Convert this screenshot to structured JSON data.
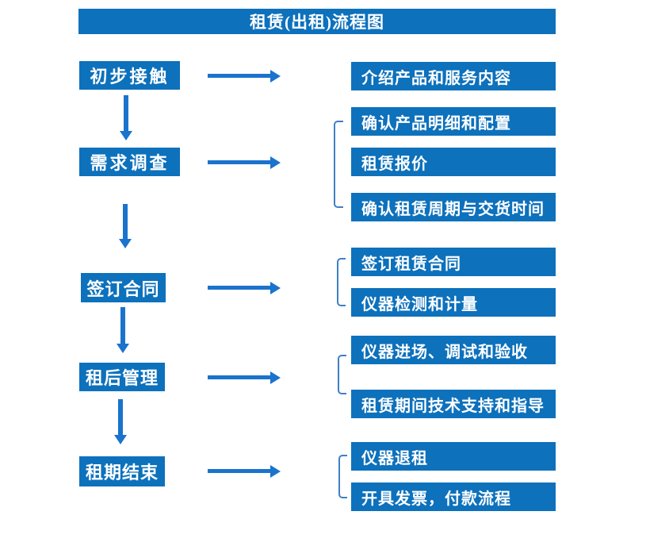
{
  "title": "租赁(出租)流程图",
  "colors": {
    "box": "#0d71bc",
    "arrow": "#1a73cd",
    "bracket": "#3f80c4",
    "text_on_box": "#ffffff",
    "background": "#ffffff"
  },
  "steps": [
    {
      "label": "初步接触",
      "details": [
        "介绍产品和服务内容"
      ]
    },
    {
      "label": "需求调查",
      "details": [
        "确认产品明细和配置",
        "租赁报价",
        "确认租赁周期与交货时间"
      ]
    },
    {
      "label": "签订合同",
      "details": [
        "签订租赁合同",
        "仪器检测和计量"
      ]
    },
    {
      "label": "租后管理",
      "details": [
        "仪器进场、调试和验收",
        "租赁期间技术支持和指导"
      ]
    },
    {
      "label": "租期结束",
      "details": [
        "仪器退租",
        "开具发票，付款流程"
      ]
    }
  ]
}
